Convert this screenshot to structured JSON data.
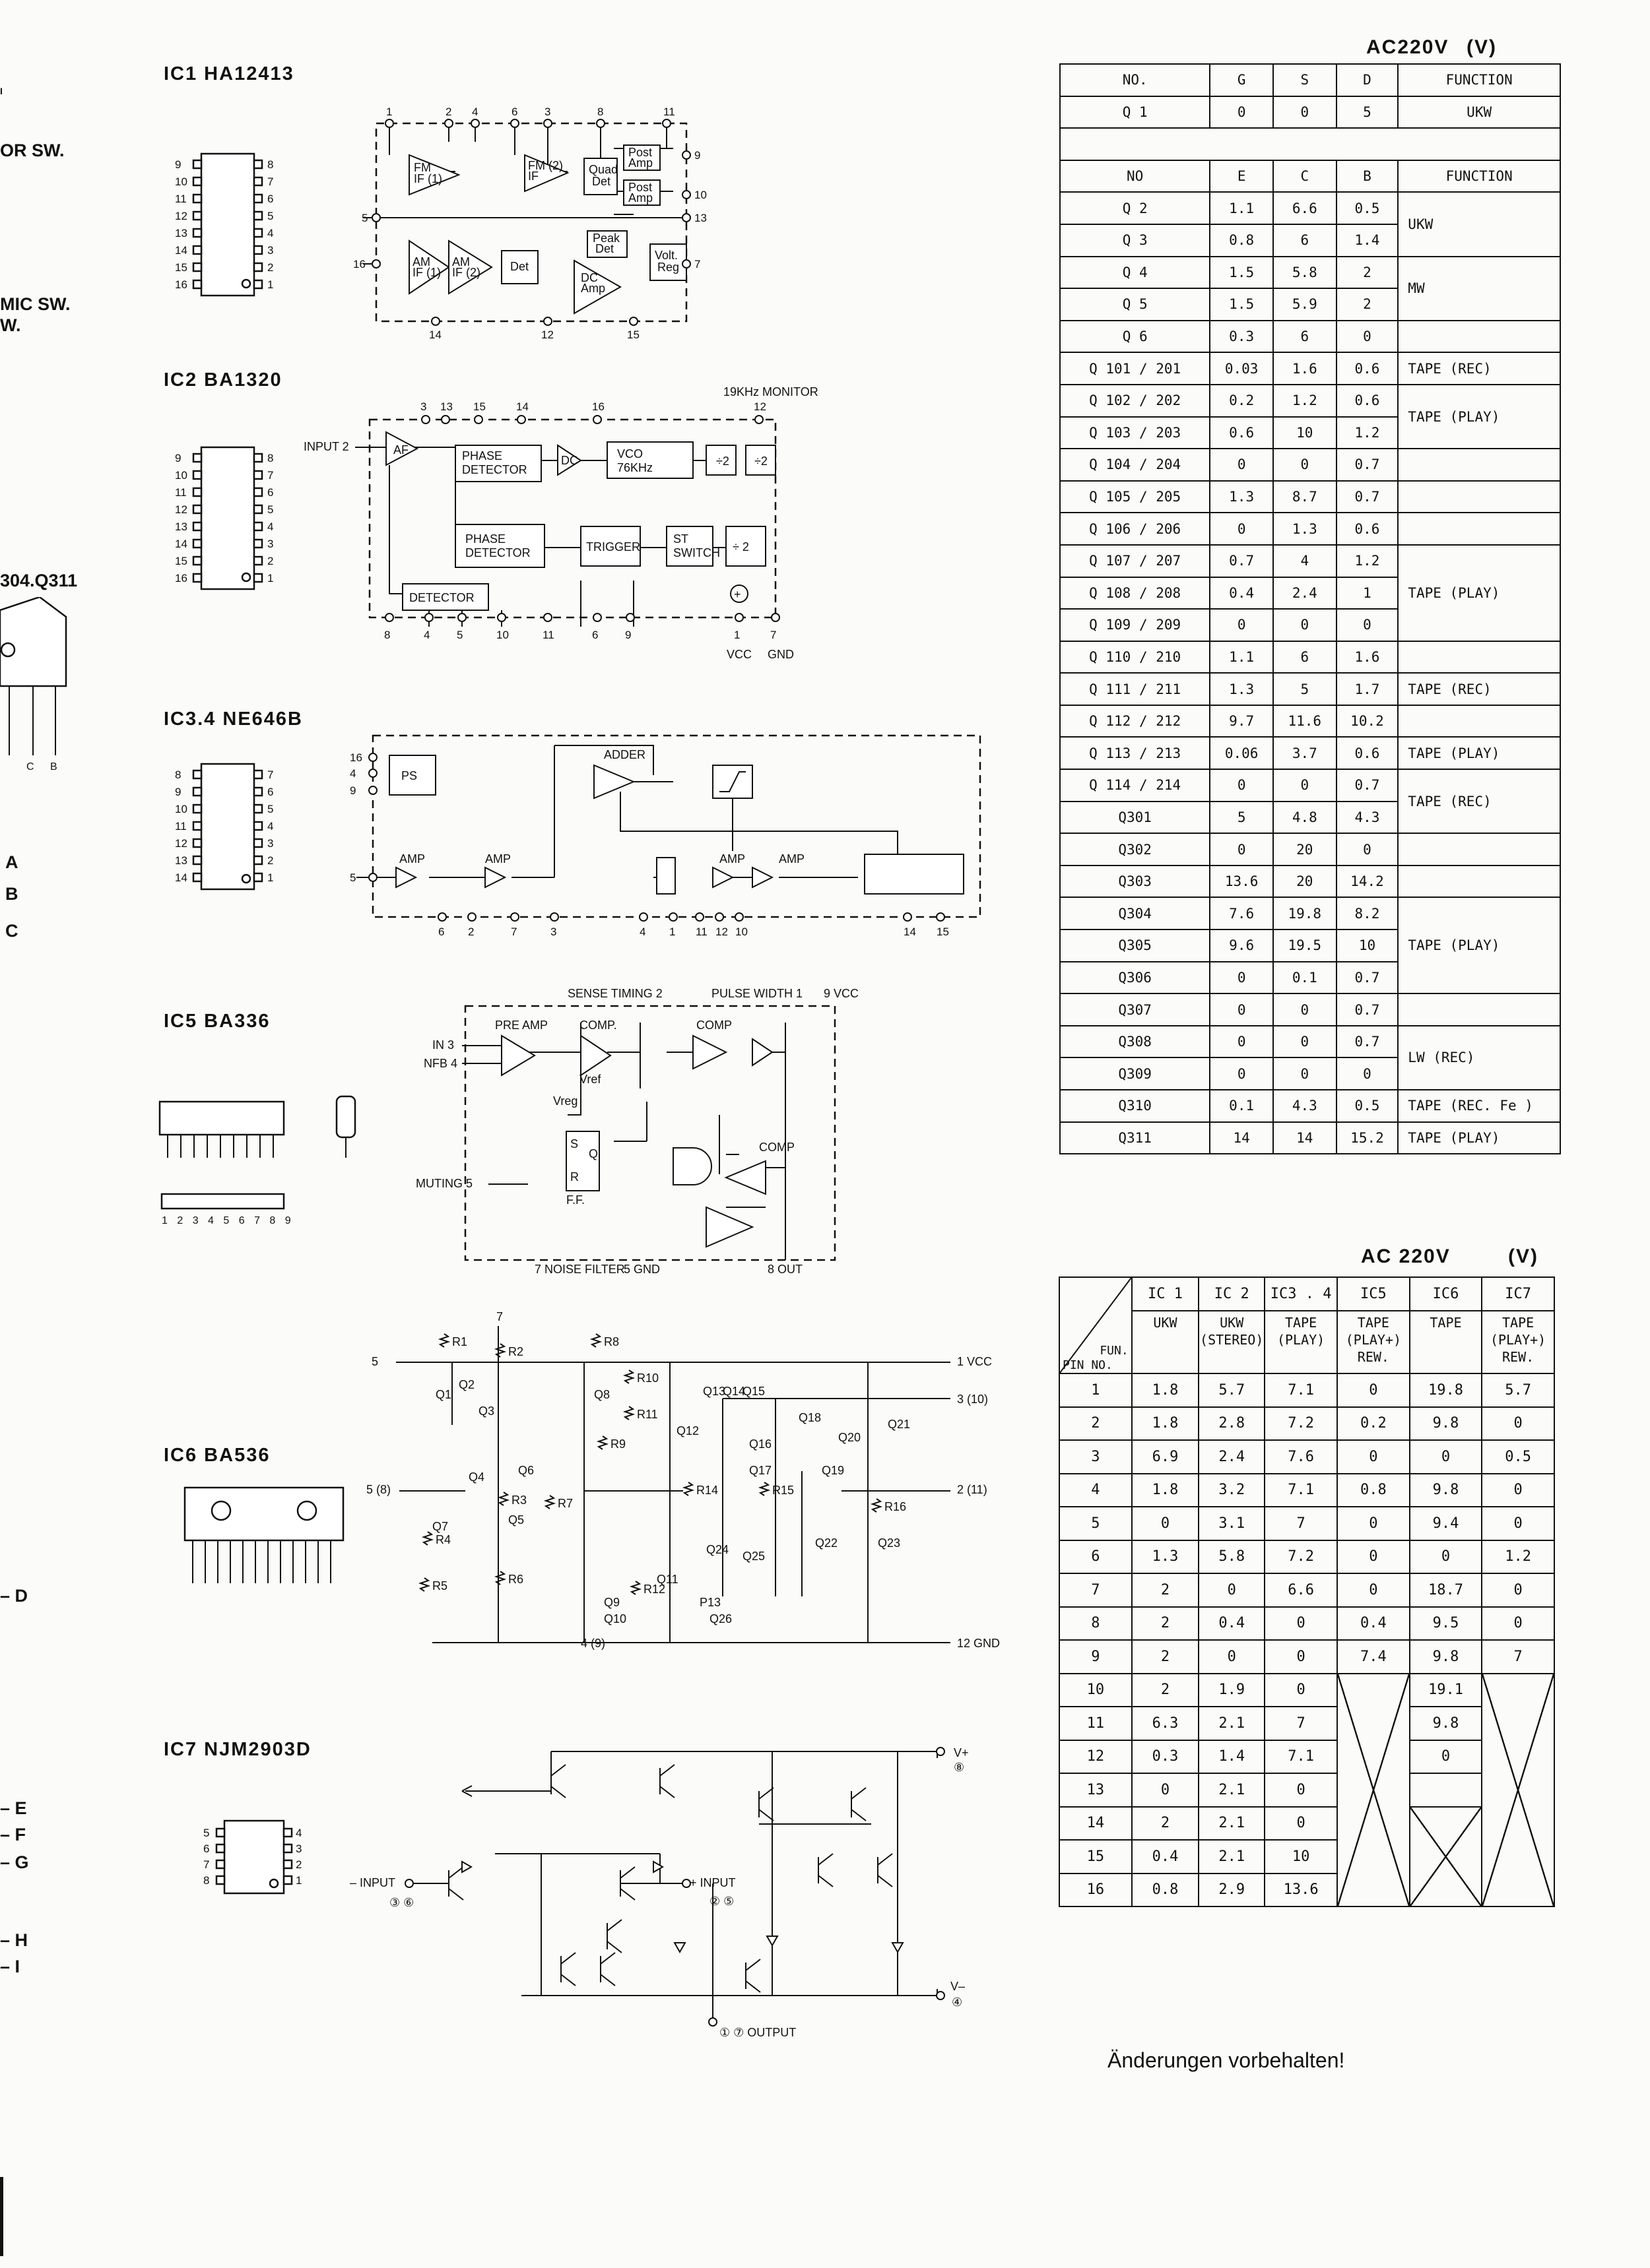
{
  "edge_fragments": [
    "OR SW.",
    "MIC SW.",
    "W.",
    "304.Q311",
    "A",
    "B",
    "C",
    "– D",
    "– E",
    "– F",
    "– G",
    "– H",
    "– I"
  ],
  "ic_titles": [
    "IC1  HA12413",
    "IC2  BA1320",
    "IC3.4  NE646B",
    "IC5  BA336",
    "IC6  BA536",
    "IC7  NJM2903D"
  ],
  "ic1": {
    "pins_top": [
      "1",
      "2",
      "4",
      "6",
      "3",
      "8",
      "11"
    ],
    "pins_right": [
      "9",
      "10",
      "13",
      "7"
    ],
    "pins_left": [
      "5",
      "16"
    ],
    "pins_bottom": [
      "14",
      "12",
      "15"
    ],
    "blocks": [
      "FM IF (1)",
      "FM IF (2)",
      "Quad Det",
      "Post Amp",
      "Post Amp",
      "Peak Det",
      "AM IF (1)",
      "AM IF (2)",
      "Det",
      "DC Amp",
      "Volt. Reg"
    ],
    "pkg_left": [
      "9",
      "10",
      "11",
      "12",
      "13",
      "14",
      "15",
      "16"
    ],
    "pkg_right": [
      "8",
      "7",
      "6",
      "5",
      "4",
      "3",
      "2",
      "1"
    ]
  },
  "ic2": {
    "input": "INPUT 2",
    "monitor": "19KHz  MONITOR",
    "pins_top": [
      "3",
      "13",
      "15",
      "14",
      "16",
      "12"
    ],
    "pins_bottom": [
      "8",
      "4",
      "5",
      "10",
      "11",
      "6",
      "9",
      "1",
      "7"
    ],
    "blocks": [
      "AF",
      "PHASE DETECTOR",
      "DC",
      "VCO 76KHz",
      "÷2",
      "÷2",
      "PHASE DETECTOR",
      "TRIGGER",
      "ST SWITCH",
      "÷ 2",
      "DETECTOR"
    ],
    "vcc": "VCC",
    "gnd": "GND",
    "pkg_left": [
      "9",
      "10",
      "11",
      "12",
      "13",
      "14",
      "15",
      "16"
    ],
    "pkg_right": [
      "8",
      "7",
      "6",
      "5",
      "4",
      "3",
      "2",
      "1"
    ]
  },
  "ic34": {
    "pins_left": [
      "16",
      "4",
      "9",
      "5"
    ],
    "pins_bottom": [
      "6",
      "2",
      "7",
      "3",
      "4",
      "1",
      "11",
      "12",
      "10",
      "14",
      "15"
    ],
    "blocks": [
      "PS",
      "ADDER",
      "AMP",
      "AMP",
      "AMP",
      "AMP"
    ],
    "pkg_left": [
      "8",
      "9",
      "10",
      "11",
      "12",
      "13",
      "14"
    ],
    "pkg_right": [
      "7",
      "6",
      "5",
      "4",
      "3",
      "2",
      "1"
    ]
  },
  "ic5": {
    "top_labels": [
      "SENSE TIMING 2",
      "PULSE WIDTH 1",
      "9 VCC"
    ],
    "inputs": [
      "IN 3",
      "NFB 4",
      "MUTING 5"
    ],
    "blocks": [
      "PRE AMP",
      "COMP.",
      "COMP",
      "COMP",
      "Vref",
      "Vreg",
      "S",
      "R",
      "Q",
      "F.F."
    ],
    "bottom": [
      "7 NOISE FILTER",
      "5 GND",
      "8 OUT"
    ],
    "pkg_pins": "1 2 3 4 5 6 7 8 9"
  },
  "ic6": {
    "nodes": [
      "7",
      "5",
      "5 (8)",
      "1  VCC",
      "3 (10)",
      "2 (11)",
      "12  GND",
      "4 (9)"
    ],
    "parts": [
      "R1",
      "R2",
      "R8",
      "R10",
      "R11",
      "R9",
      "R3",
      "R4",
      "R5",
      "R6",
      "R7",
      "R12",
      "R14",
      "R15",
      "R16",
      "Q1",
      "Q2",
      "Q3",
      "Q4",
      "Q5",
      "Q6",
      "Q7",
      "Q8",
      "Q9",
      "Q10",
      "Q11",
      "Q12",
      "Q13",
      "Q14",
      "Q15",
      "Q16",
      "Q17",
      "Q18",
      "Q19",
      "Q20",
      "Q21",
      "Q22",
      "Q23",
      "Q24",
      "Q25",
      "Q26",
      "P13"
    ]
  },
  "ic7": {
    "labels": [
      "V+",
      "⑧",
      "– INPUT",
      "③ ⑥",
      "+ INPUT",
      "② ⑤",
      "① ⑦  OUTPUT",
      "V–",
      "④"
    ],
    "pkg_left": [
      "5",
      "6",
      "7",
      "8"
    ],
    "pkg_right": [
      "4",
      "3",
      "2",
      "1"
    ]
  },
  "transistor_table": {
    "header_top": "AC220V",
    "unit": "(V)",
    "head1": [
      "NO.",
      "G",
      "S",
      "D",
      "FUNCTION"
    ],
    "row_q1": [
      "Q 1",
      "0",
      "0",
      "5",
      "UKW"
    ],
    "head2": [
      "NO",
      "E",
      "C",
      "B",
      "FUNCTION"
    ],
    "rows": [
      [
        "Q 2",
        "1.1",
        "6.6",
        "0.5"
      ],
      [
        "Q 3",
        "0.8",
        "6",
        "1.4"
      ],
      [
        "Q 4",
        "1.5",
        "5.8",
        "2"
      ],
      [
        "Q 5",
        "1.5",
        "5.9",
        "2"
      ],
      [
        "Q 6",
        "0.3",
        "6",
        "0"
      ],
      [
        "Q 101 / 201",
        "0.03",
        "1.6",
        "0.6"
      ],
      [
        "Q 102 / 202",
        "0.2",
        "1.2",
        "0.6"
      ],
      [
        "Q 103 / 203",
        "0.6",
        "10",
        "1.2"
      ],
      [
        "Q 104 / 204",
        "0",
        "0",
        "0.7"
      ],
      [
        "Q 105 / 205",
        "1.3",
        "8.7",
        "0.7"
      ],
      [
        "Q 106 / 206",
        "0",
        "1.3",
        "0.6"
      ],
      [
        "Q 107 / 207",
        "0.7",
        "4",
        "1.2"
      ],
      [
        "Q 108 / 208",
        "0.4",
        "2.4",
        "1"
      ],
      [
        "Q 109 / 209",
        "0",
        "0",
        "0"
      ],
      [
        "Q 110 / 210",
        "1.1",
        "6",
        "1.6"
      ],
      [
        "Q 111 / 211",
        "1.3",
        "5",
        "1.7"
      ],
      [
        "Q 112 / 212",
        "9.7",
        "11.6",
        "10.2"
      ],
      [
        "Q 113 / 213",
        "0.06",
        "3.7",
        "0.6"
      ],
      [
        "Q 114 / 214",
        "0",
        "0",
        "0.7"
      ],
      [
        "Q301",
        "5",
        "4.8",
        "4.3"
      ],
      [
        "Q302",
        "0",
        "20",
        "0"
      ],
      [
        "Q303",
        "13.6",
        "20",
        "14.2"
      ],
      [
        "Q304",
        "7.6",
        "19.8",
        "8.2"
      ],
      [
        "Q305",
        "9.6",
        "19.5",
        "10"
      ],
      [
        "Q306",
        "0",
        "0.1",
        "0.7"
      ],
      [
        "Q307",
        "0",
        "0",
        "0.7"
      ],
      [
        "Q308",
        "0",
        "0",
        "0.7"
      ],
      [
        "Q309",
        "0",
        "0",
        "0"
      ],
      [
        "Q310",
        "0.1",
        "4.3",
        "0.5"
      ],
      [
        "Q311",
        "14",
        "14",
        "15.2"
      ]
    ],
    "functions": [
      "UKW",
      "MW",
      "TAPE (REC)",
      "TAPE (PLAY)",
      "TAPE (PLAY)",
      "TAPE (REC)",
      "TAPE (PLAY)",
      "TAPE (REC)",
      "TAPE (PLAY)",
      "LW  (REC)",
      "TAPE (REC. Fe )",
      "TAPE (PLAY)"
    ]
  },
  "ic_table": {
    "header_top": "AC 220V",
    "unit": "(V)",
    "corner_fun": "FUN.",
    "corner_pin": "PIN NO.",
    "ic_names": [
      "IC 1",
      "IC 2",
      "IC3 . 4",
      "IC5",
      "IC6",
      "IC7"
    ],
    "functions": [
      "UKW",
      "UKW (STEREO)",
      "TAPE (PLAY)",
      "TAPE (PLAY+) REW.",
      "TAPE",
      "TAPE (PLAY+) REW."
    ],
    "rows": [
      [
        "1",
        "1.8",
        "5.7",
        "7.1",
        "0",
        "19.8",
        "5.7"
      ],
      [
        "2",
        "1.8",
        "2.8",
        "7.2",
        "0.2",
        "9.8",
        "0"
      ],
      [
        "3",
        "6.9",
        "2.4",
        "7.6",
        "0",
        "0",
        "0.5"
      ],
      [
        "4",
        "1.8",
        "3.2",
        "7.1",
        "0.8",
        "9.8",
        "0"
      ],
      [
        "5",
        "0",
        "3.1",
        "7",
        "0",
        "9.4",
        "0"
      ],
      [
        "6",
        "1.3",
        "5.8",
        "7.2",
        "0",
        "0",
        "1.2"
      ],
      [
        "7",
        "2",
        "0",
        "6.6",
        "0",
        "18.7",
        "0"
      ],
      [
        "8",
        "2",
        "0.4",
        "0",
        "0.4",
        "9.5",
        "0"
      ],
      [
        "9",
        "2",
        "0",
        "0",
        "7.4",
        "9.8",
        "7"
      ],
      [
        "10",
        "2",
        "1.9",
        "0",
        "",
        "19.1",
        ""
      ],
      [
        "11",
        "6.3",
        "2.1",
        "7",
        "",
        "9.8",
        ""
      ],
      [
        "12",
        "0.3",
        "1.4",
        "7.1",
        "",
        "0",
        ""
      ],
      [
        "13",
        "0",
        "2.1",
        "0",
        "",
        "",
        ""
      ],
      [
        "14",
        "2",
        "2.1",
        "0",
        "",
        "",
        ""
      ],
      [
        "15",
        "0.4",
        "2.1",
        "10",
        "",
        "",
        ""
      ],
      [
        "16",
        "0.8",
        "2.9",
        "13.6",
        "",
        "",
        ""
      ]
    ]
  },
  "footer_note": "Änderungen vorbehalten!"
}
